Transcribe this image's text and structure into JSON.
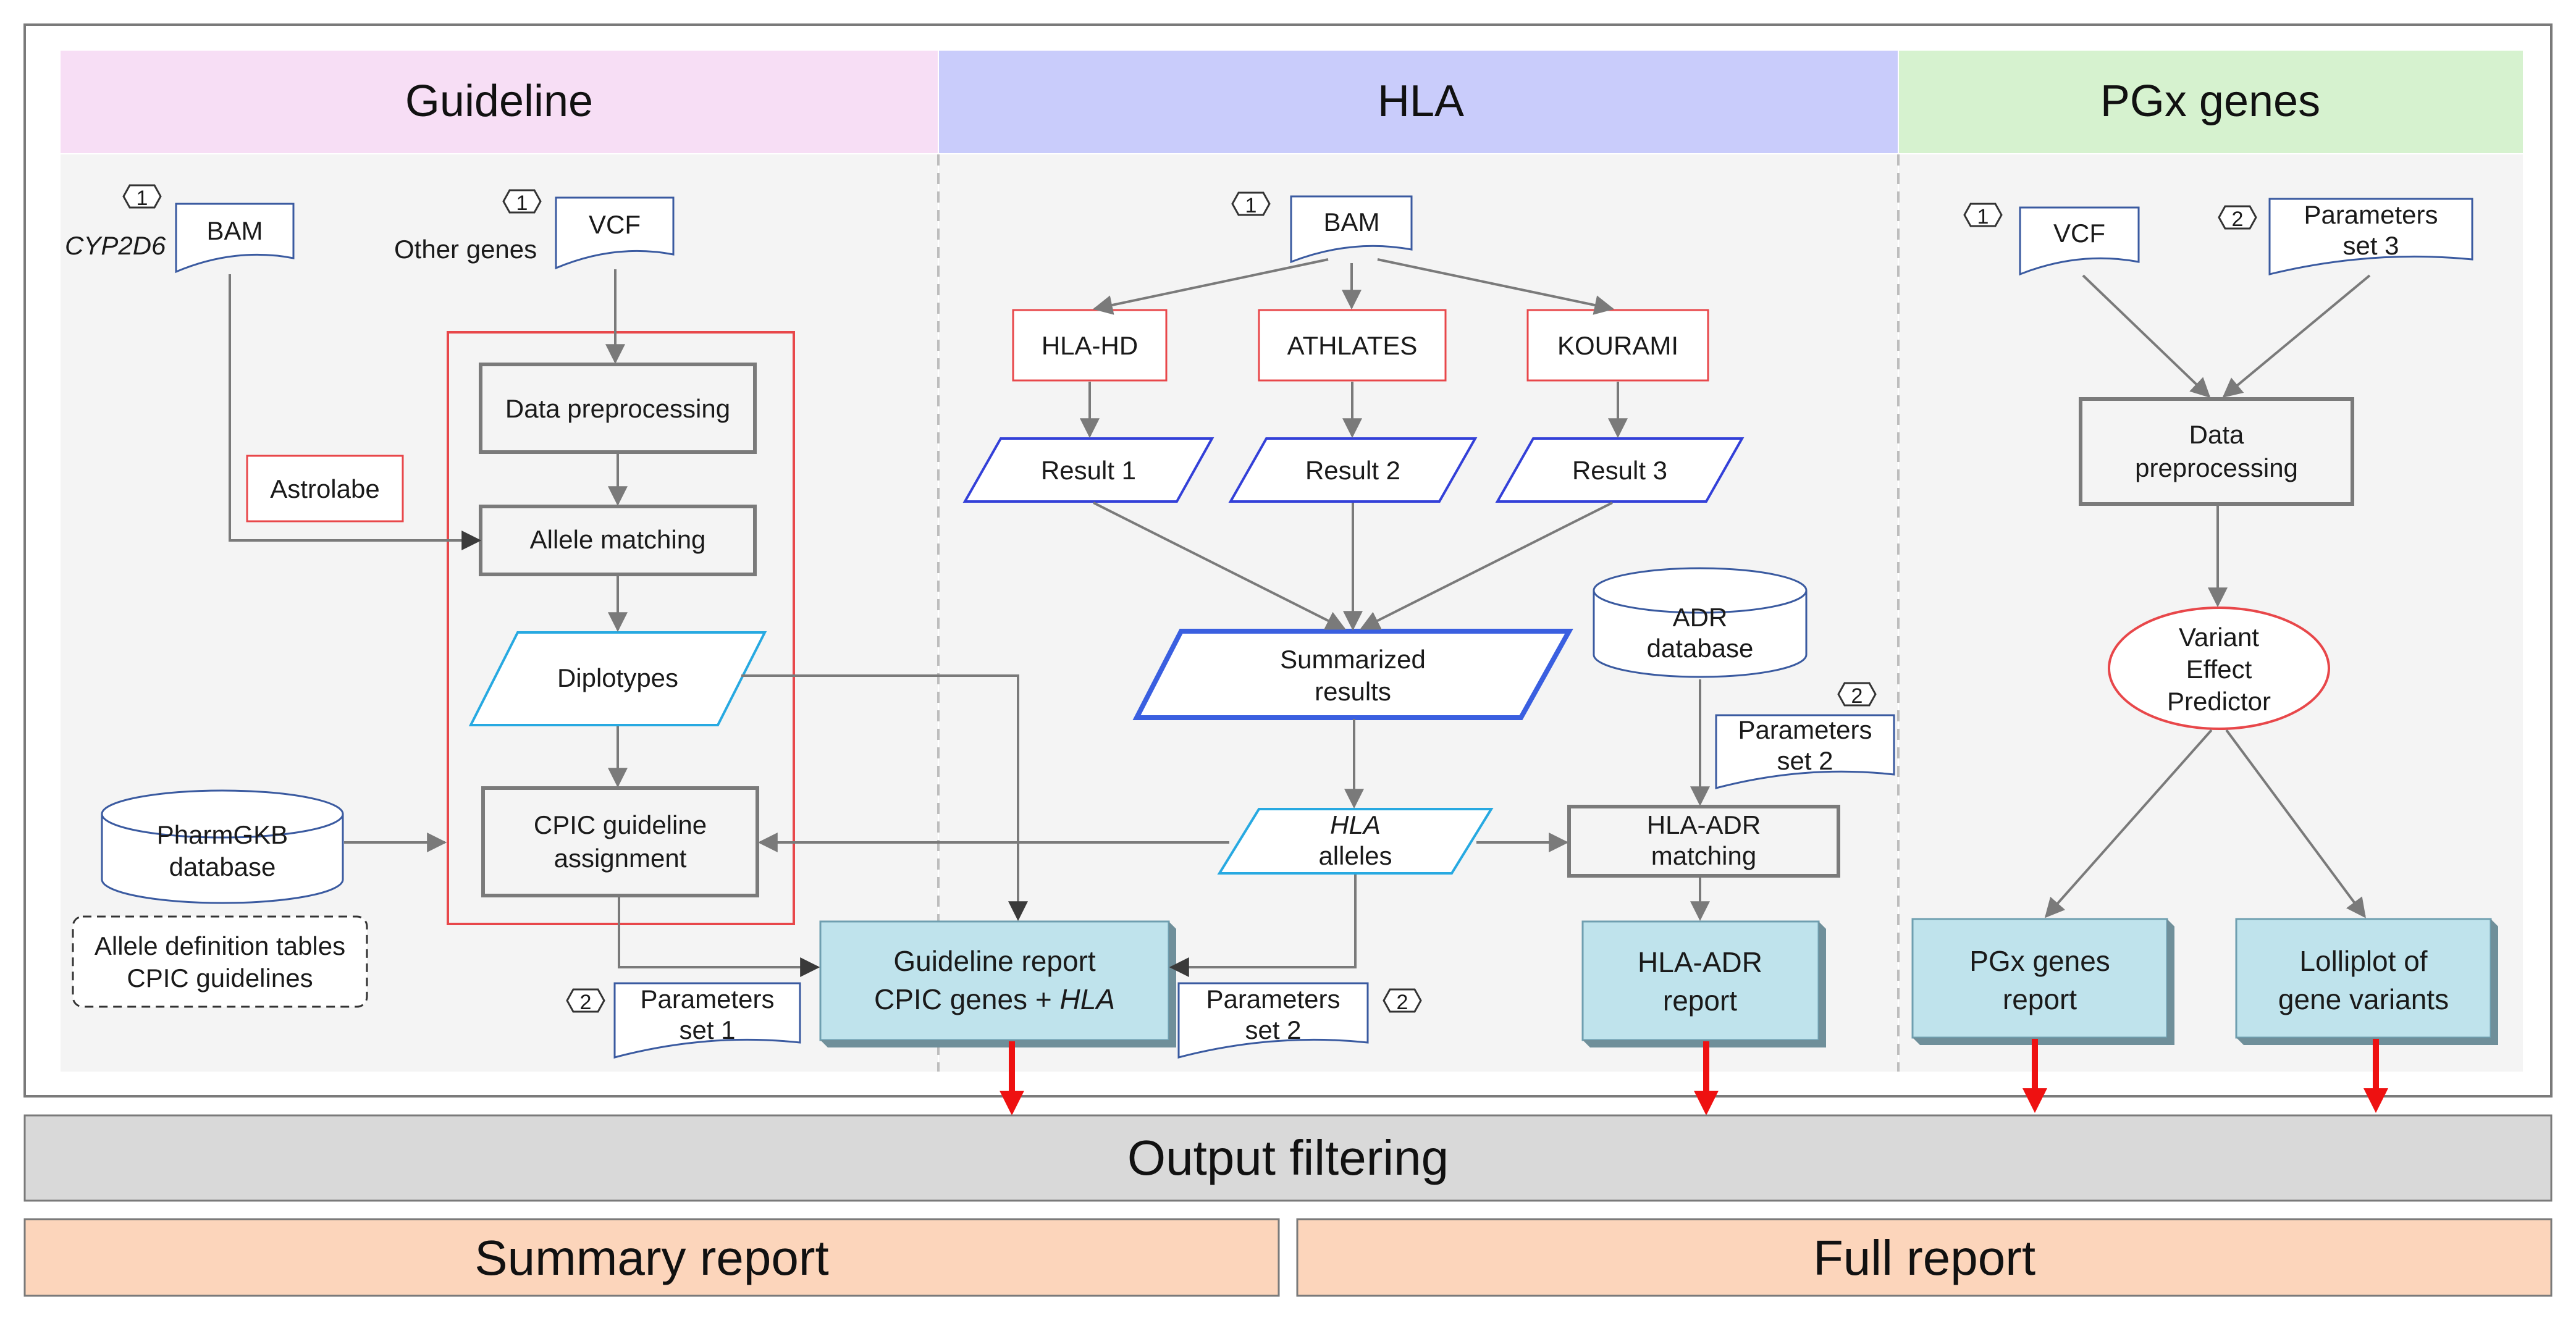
{
  "colors": {
    "guideline_header": "#f7def5",
    "hla_header": "#c9ccfb",
    "pgx_header": "#d6f2cf",
    "panel": "#f4f4f4",
    "tool_border": "#e8474a",
    "data_border": "#3a5aa0",
    "output_fill": "#bfe3ec",
    "filter_fill": "#d9d9d9",
    "report_fill": "#fcd5bb",
    "arrow_red": "#ee1111"
  },
  "sections": {
    "guideline": "Guideline",
    "hla": "HLA",
    "pgx": "PGx genes"
  },
  "markers": {
    "one": "1",
    "two": "2"
  },
  "guideline": {
    "bam": "BAM",
    "cyp2d6": "CYP2D6",
    "vcf": "VCF",
    "other_genes": "Other genes",
    "astrolabe": "Astrolabe",
    "data_preprocessing": "Data preprocessing",
    "allele_matching": "Allele matching",
    "diplotypes": "Diplotypes",
    "cpic_line1": "CPIC guideline",
    "cpic_line2": "assignment",
    "pharmgkb_line1": "PharmGKB",
    "pharmgkb_line2": "database",
    "tables_line1": "Allele definition tables",
    "tables_line2": "CPIC guidelines",
    "params_line1": "Parameters",
    "params_line2": "set 1",
    "report_line1": "Guideline report",
    "report_line2a": "CPIC genes + ",
    "report_line2b": "HLA"
  },
  "hla": {
    "bam": "BAM",
    "hlahd": "HLA-HD",
    "athlates": "ATHLATES",
    "kourami": "KOURAMI",
    "result1": "Result 1",
    "result2": "Result 2",
    "result3": "Result 3",
    "summarized_line1": "Summarized",
    "summarized_line2": "results",
    "alleles_line1": "HLA",
    "alleles_line2": "alleles",
    "adr_line1": "ADR",
    "adr_line2": "database",
    "params_line1": "Parameters",
    "params_line2": "set 2",
    "params2_line1": "Parameters",
    "params2_line2": "set 2",
    "matching_line1": "HLA-ADR",
    "matching_line2": "matching",
    "report_line1": "HLA-ADR",
    "report_line2": "report"
  },
  "pgx": {
    "vcf": "VCF",
    "params_line1": "Parameters",
    "params_line2": "set 3",
    "prep_line1": "Data",
    "prep_line2": "preprocessing",
    "vep_line1": "Variant",
    "vep_line2": "Effect",
    "vep_line3": "Predictor",
    "report_line1": "PGx genes",
    "report_line2": "report",
    "lolli_line1": "Lolliplot of",
    "lolli_line2": "gene variants"
  },
  "footer": {
    "output_filtering": "Output filtering",
    "summary_report": "Summary report",
    "full_report": "Full report"
  }
}
